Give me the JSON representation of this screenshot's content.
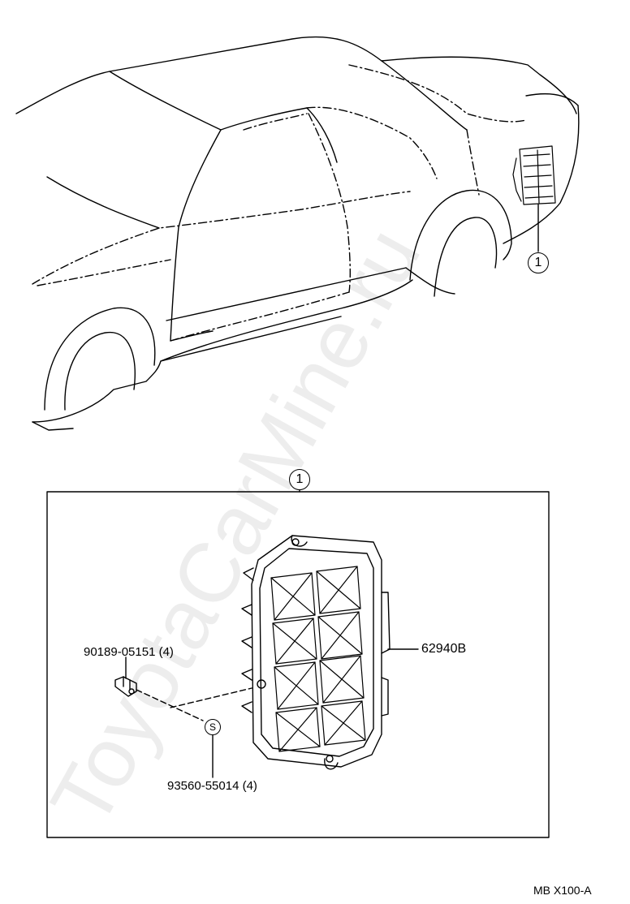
{
  "callouts": {
    "car_marker": "1",
    "box_marker": "1"
  },
  "parts": {
    "vent_assembly": "62940B",
    "screw": "90189-05151 (4)",
    "clip": "93560-55014 (4)",
    "clip_symbol": "S"
  },
  "footer": {
    "code": "MB X100-A"
  },
  "watermark": {
    "text": "ToyotaCarMine.ru"
  }
}
